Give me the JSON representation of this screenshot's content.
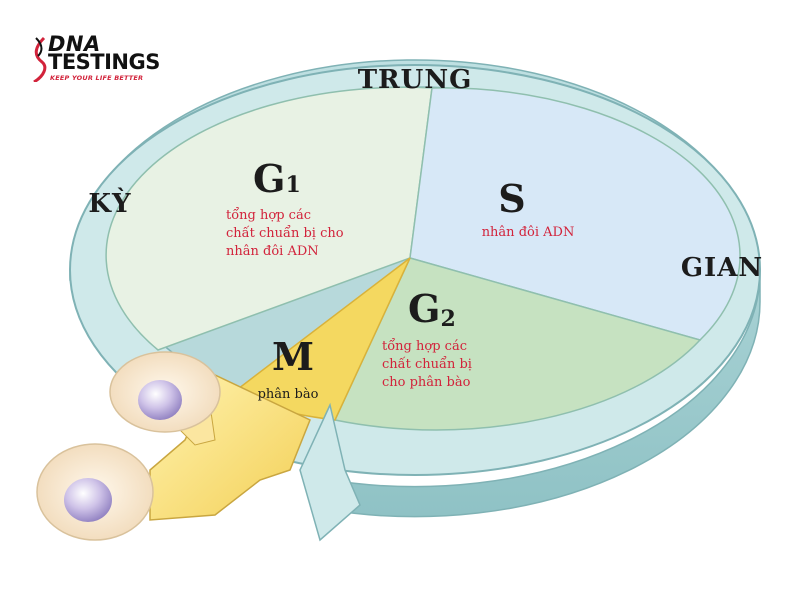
{
  "logo": {
    "name_top": "DNA",
    "name_bottom": "TESTINGS",
    "tagline": "KEEP YOUR LIFE BETTER"
  },
  "ring_labels": {
    "top": "TRUNG",
    "left": "KỲ",
    "right": "GIAN"
  },
  "phases": {
    "g1": {
      "letter": "G",
      "subscript": "1",
      "lines": [
        "tổng hợp các",
        "chất chuẩn bị cho",
        "nhân đôi ADN"
      ]
    },
    "s": {
      "letter": "S",
      "lines": [
        "nhân đôi ADN"
      ]
    },
    "g2": {
      "letter": "G",
      "subscript": "2",
      "lines": [
        "tổng hợp các",
        "chất chuẩn bị",
        "cho phân bào"
      ]
    },
    "m": {
      "letter": "M",
      "lines": [
        "phân bào"
      ]
    }
  },
  "colors": {
    "ring": "#cfe9ea",
    "ring_edge": "#7fb2b5",
    "g1": "#e8f2e4",
    "s": "#d7e8f7",
    "g2": "#c6e2c1",
    "m": "#f4d860",
    "note_red": "#d2233b",
    "brand_red": "#d2233b"
  }
}
